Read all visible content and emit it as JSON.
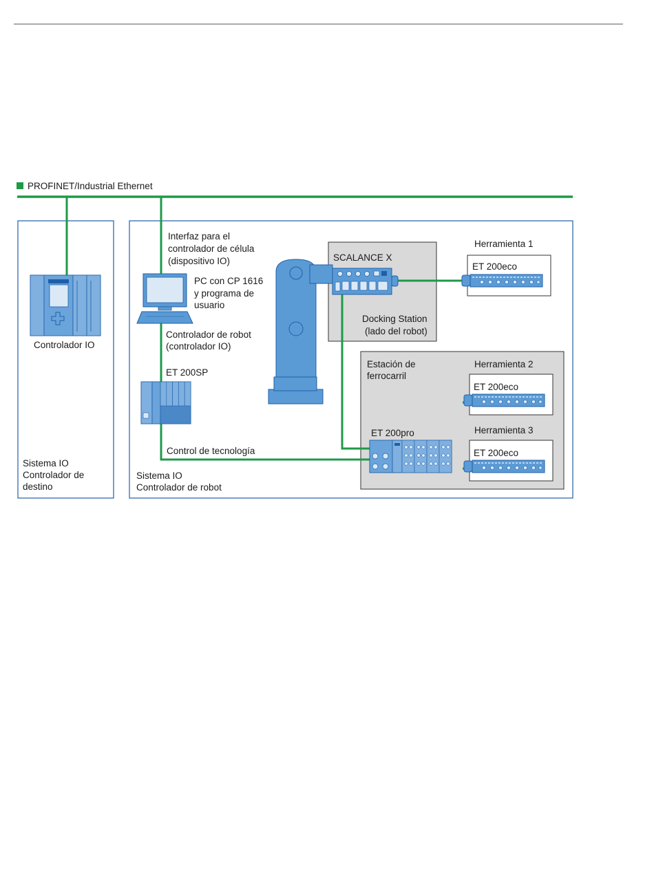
{
  "legend": {
    "network": "PROFINET/Industrial Ethernet",
    "network_color": "#1e9a48"
  },
  "colors": {
    "device_blue": "#5b9bd5",
    "device_dark": "#1f5fa8",
    "frame_blue": "#1f5fa8",
    "gray_box": "#d9d9d9",
    "line_green": "#1e9a48"
  },
  "target_system": {
    "controller_label": "Controlador IO",
    "system_line1": "Sistema IO",
    "system_line2": "Controlador de",
    "system_line3": "destino"
  },
  "robot_system": {
    "interface_line1": "Interfaz para el",
    "interface_line2": "controlador de célula",
    "interface_line3": "(dispositivo IO)",
    "pc_line1": "PC con CP 1616",
    "pc_line2": "y programa de",
    "pc_line3": "usuario",
    "robot_ctrl_line1": "Controlador de robot",
    "robot_ctrl_line2": "(controlador IO)",
    "et200sp": "ET 200SP",
    "tech_control": "Control de tecnología",
    "system_line1": "Sistema IO",
    "system_line2": "Controlador de robot"
  },
  "docking": {
    "switch": "SCALANCE X",
    "line1": "Docking Station",
    "line2": "(lado del robot)"
  },
  "tools": {
    "tool1": "Herramienta 1",
    "tool2": "Herramienta 2",
    "tool3": "Herramienta 3",
    "et200eco": "ET 200eco"
  },
  "rail_station": {
    "line1": "Estación de",
    "line2": "ferrocarril",
    "et200pro": "ET 200pro"
  }
}
